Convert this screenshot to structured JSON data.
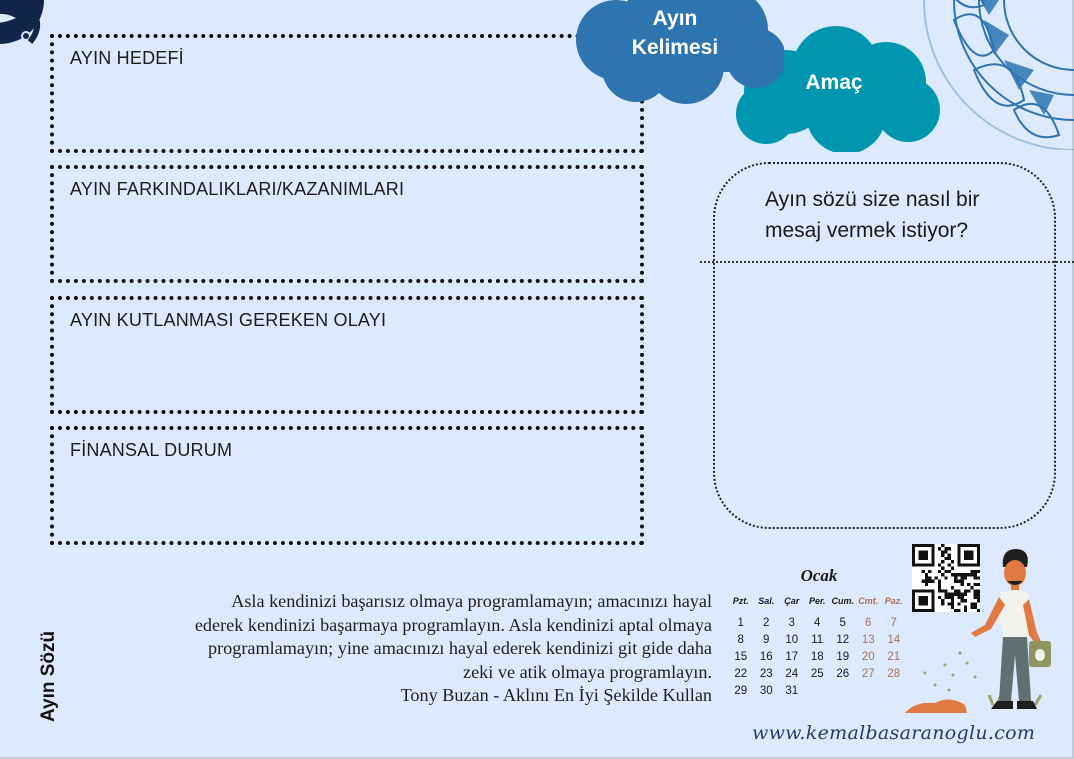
{
  "sections": [
    {
      "label": "AYIN HEDEFİ"
    },
    {
      "label": "AYIN FARKINDALIKLARI/KAZANIMLARI"
    },
    {
      "label": "AYIN KUTLANMASI GEREKEN OLAYI"
    },
    {
      "label": "FİNANSAL DURUM"
    }
  ],
  "clouds": {
    "word": {
      "line1": "Ayın",
      "line2": "Kelimesi",
      "color": "#2e75b0"
    },
    "goal": {
      "label": "Amaç",
      "color": "#0096b0"
    }
  },
  "question": {
    "line1": "Ayın sözü size nasıl bir",
    "line2": "mesaj vermek istiyor?"
  },
  "quote": {
    "side_label": "Ayın Sözü",
    "lines": [
      "Asla kendinizi başarısız olmaya programlamayın; amacınızı hayal",
      "ederek kendinizi başarmaya programlayın. Asla kendinizi aptal olmaya",
      "programlamayın; yine amacınızı hayal ederek kendinizi git gide daha",
      "zeki ve atik olmaya programlayın."
    ],
    "author": "Tony Buzan - Aklını En İyi Şekilde Kullan"
  },
  "calendar": {
    "month": "Ocak",
    "weekdays": [
      "Pzt.",
      "Sal.",
      "Çar",
      "Per.",
      "Cum.",
      "Cmt.",
      "Paz."
    ],
    "weekend_color": "#a87158",
    "weeks": [
      [
        "1",
        "2",
        "3",
        "4",
        "5",
        "6",
        "7"
      ],
      [
        "8",
        "9",
        "10",
        "11",
        "12",
        "13",
        "14"
      ],
      [
        "15",
        "16",
        "17",
        "18",
        "19",
        "20",
        "21"
      ],
      [
        "22",
        "23",
        "24",
        "25",
        "26",
        "27",
        "28"
      ],
      [
        "29",
        "30",
        "31",
        "",
        "",
        "",
        ""
      ]
    ]
  },
  "qr_code": {
    "icon": "qr-code-icon"
  },
  "illustration": {
    "icon": "person-sowing-seeds-illustration"
  },
  "website": "www.kemalbasaranoglu.com",
  "decorations": {
    "top_left": "mandala-dark-icon",
    "top_right": "mandala-blue-icon"
  }
}
